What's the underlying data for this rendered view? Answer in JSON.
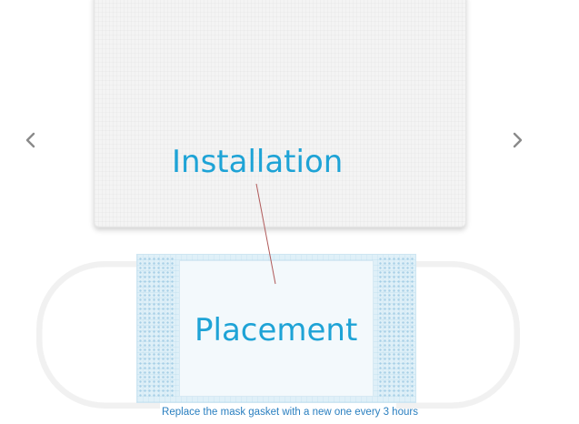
{
  "labels": {
    "installation": "Installation",
    "placement": "Placement"
  },
  "caption": "Replace the mask gasket with a new one every 3 hours",
  "nav": {
    "prev_icon": "chevron-left-icon",
    "next_icon": "chevron-right-icon"
  },
  "colors": {
    "label": "#1ea3d6",
    "caption": "#2a7fc0",
    "arrow": "#8a8a8a",
    "pointer_line": "#b05a5a"
  }
}
